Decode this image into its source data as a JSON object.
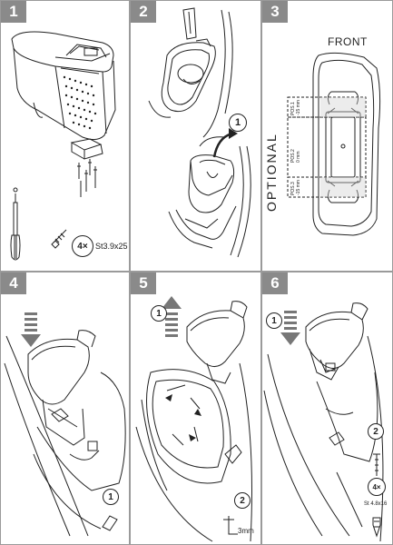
{
  "steps": [
    {
      "number": "1"
    },
    {
      "number": "2"
    },
    {
      "number": "3"
    },
    {
      "number": "4"
    },
    {
      "number": "5"
    },
    {
      "number": "6"
    }
  ],
  "step1": {
    "screw_count": "4×",
    "screw_spec": "St3.9x25"
  },
  "step2": {
    "callout": "1"
  },
  "step3": {
    "front_label": "FRONT",
    "optional_label": "OPTIONAL",
    "pos1": "POS.1\n-15 mm",
    "pos2": "POS.2\n0 mm",
    "pos3": "POS.3\n-15 mm"
  },
  "step4": {
    "callout": "1"
  },
  "step5": {
    "callout_1": "1",
    "callout_2": "2",
    "measure": "3mm"
  },
  "step6": {
    "callout_1": "1",
    "callout_2": "2",
    "screw_count": "4×",
    "screw_spec": "St 4.8x16"
  },
  "colors": {
    "badge": "#8a8a8a",
    "line": "#222222",
    "border": "#9a9a9a"
  }
}
